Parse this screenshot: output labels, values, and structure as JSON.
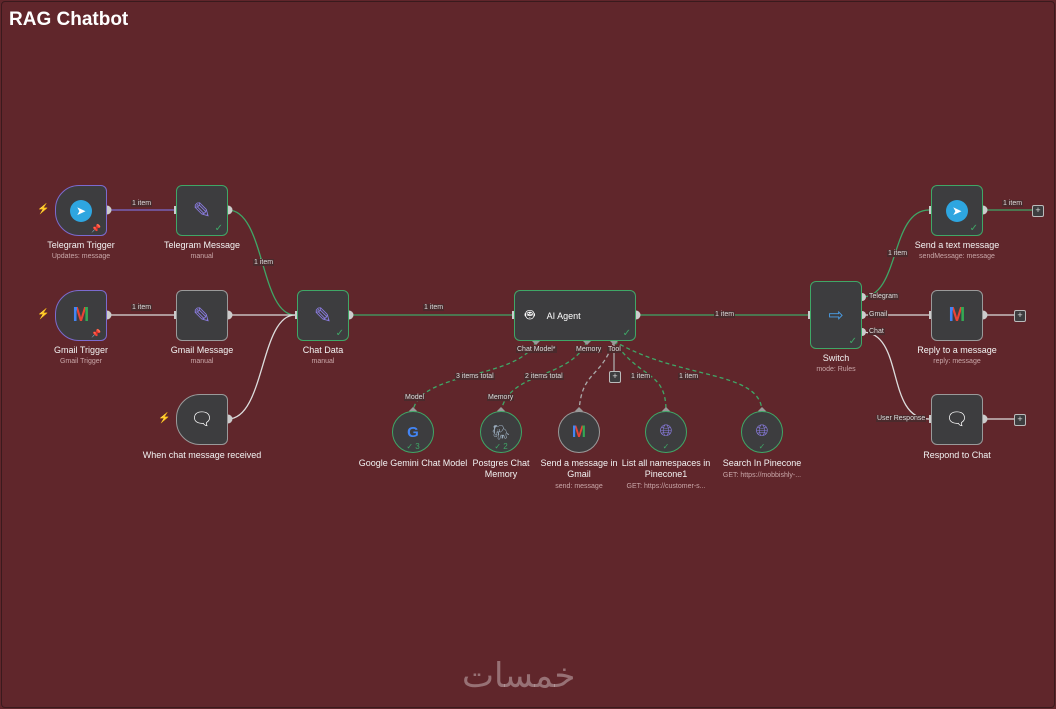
{
  "title": "RAG Chatbot",
  "watermark": "خمسات",
  "colors": {
    "background": "#60262b",
    "success": "#3fa767",
    "node": "#3d3d3f"
  },
  "nodes": {
    "telegram_trigger": {
      "label": "Telegram Trigger",
      "sub": "Updates: message"
    },
    "telegram_message": {
      "label": "Telegram Message",
      "sub": "manual"
    },
    "gmail_trigger": {
      "label": "Gmail Trigger",
      "sub": "Gmail Trigger"
    },
    "gmail_message": {
      "label": "Gmail Message",
      "sub": "manual"
    },
    "chat_trigger": {
      "label": "When chat message received"
    },
    "chat_data": {
      "label": "Chat Data",
      "sub": "manual"
    },
    "ai_agent": {
      "label": "AI Agent",
      "ports": [
        "Chat Model*",
        "Memory",
        "Tool"
      ]
    },
    "switch": {
      "label": "Switch",
      "sub": "mode: Rules",
      "outputs": [
        "Telegram",
        "Gmail",
        "Chat"
      ]
    },
    "send_text": {
      "label": "Send a text message",
      "sub": "sendMessage: message"
    },
    "reply_message": {
      "label": "Reply to a message",
      "sub": "reply: message"
    },
    "respond_chat": {
      "label": "Respond to Chat",
      "input": "User Response"
    },
    "gemini": {
      "label": "Google Gemini Chat Model",
      "count": "✓ 3",
      "port": "Model"
    },
    "postgres": {
      "label": "Postgres Chat Memory",
      "count": "✓ 2",
      "port": "Memory"
    },
    "gmail_tool": {
      "label": "Send a message in Gmail",
      "sub": "send: message"
    },
    "list_ns": {
      "label": "List all namespaces in Pinecone1",
      "sub": "GET: https://customer-s..."
    },
    "search_pc": {
      "label": "Search In Pinecone",
      "sub": "GET: https://mobbishly-..."
    }
  },
  "edge_labels": {
    "one": "1 item",
    "three_total": "3 items total",
    "two_total": "2 items total"
  }
}
